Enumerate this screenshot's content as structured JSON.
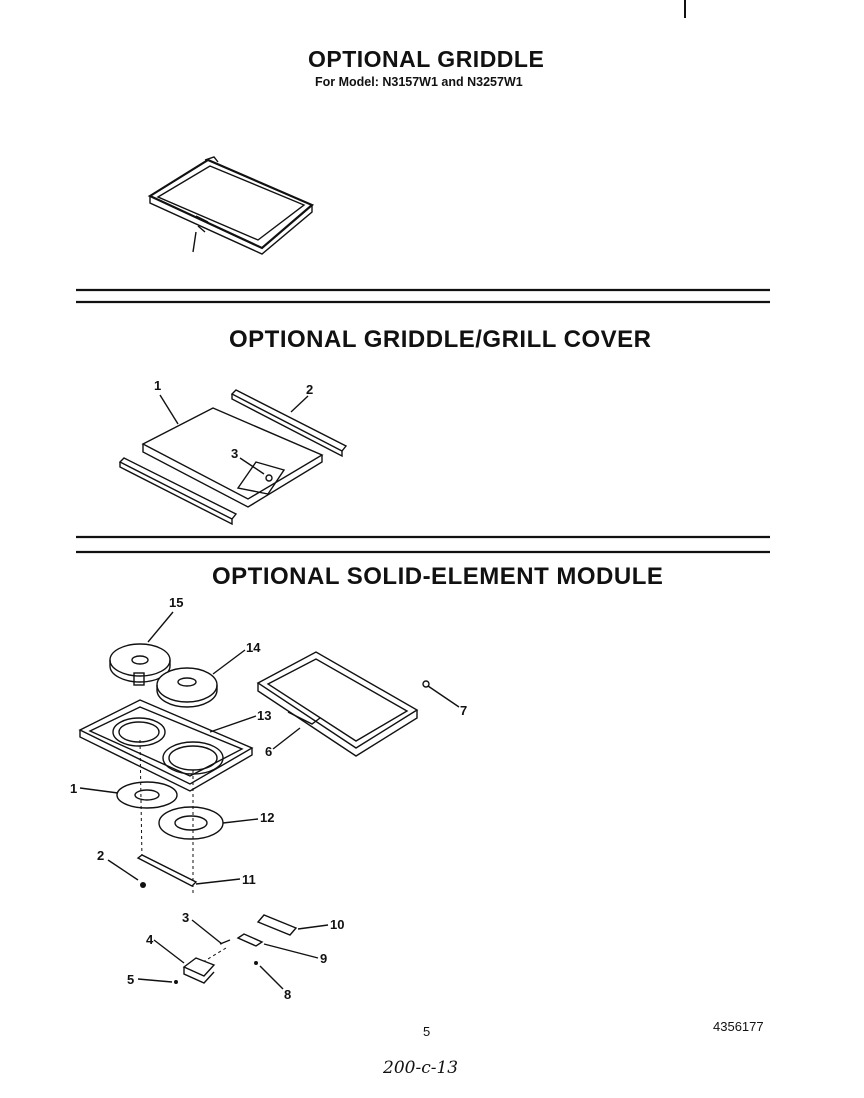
{
  "sections": {
    "griddle": {
      "title": "OPTIONAL GRIDDLE",
      "subtitle": "For Model: N3157W1 and N3257W1"
    },
    "griddle_cover": {
      "title": "OPTIONAL GRIDDLE/GRILL COVER",
      "callouts": [
        "1",
        "2",
        "3"
      ]
    },
    "module": {
      "title": "OPTIONAL SOLID-ELEMENT MODULE",
      "callouts": [
        "15",
        "14",
        "13",
        "7",
        "6",
        "1",
        "12",
        "2",
        "11",
        "3",
        "10",
        "4",
        "9",
        "5",
        "8"
      ]
    }
  },
  "footer": {
    "page_number": "5",
    "document_number": "4356177",
    "handwritten_note": "200-c-13"
  }
}
